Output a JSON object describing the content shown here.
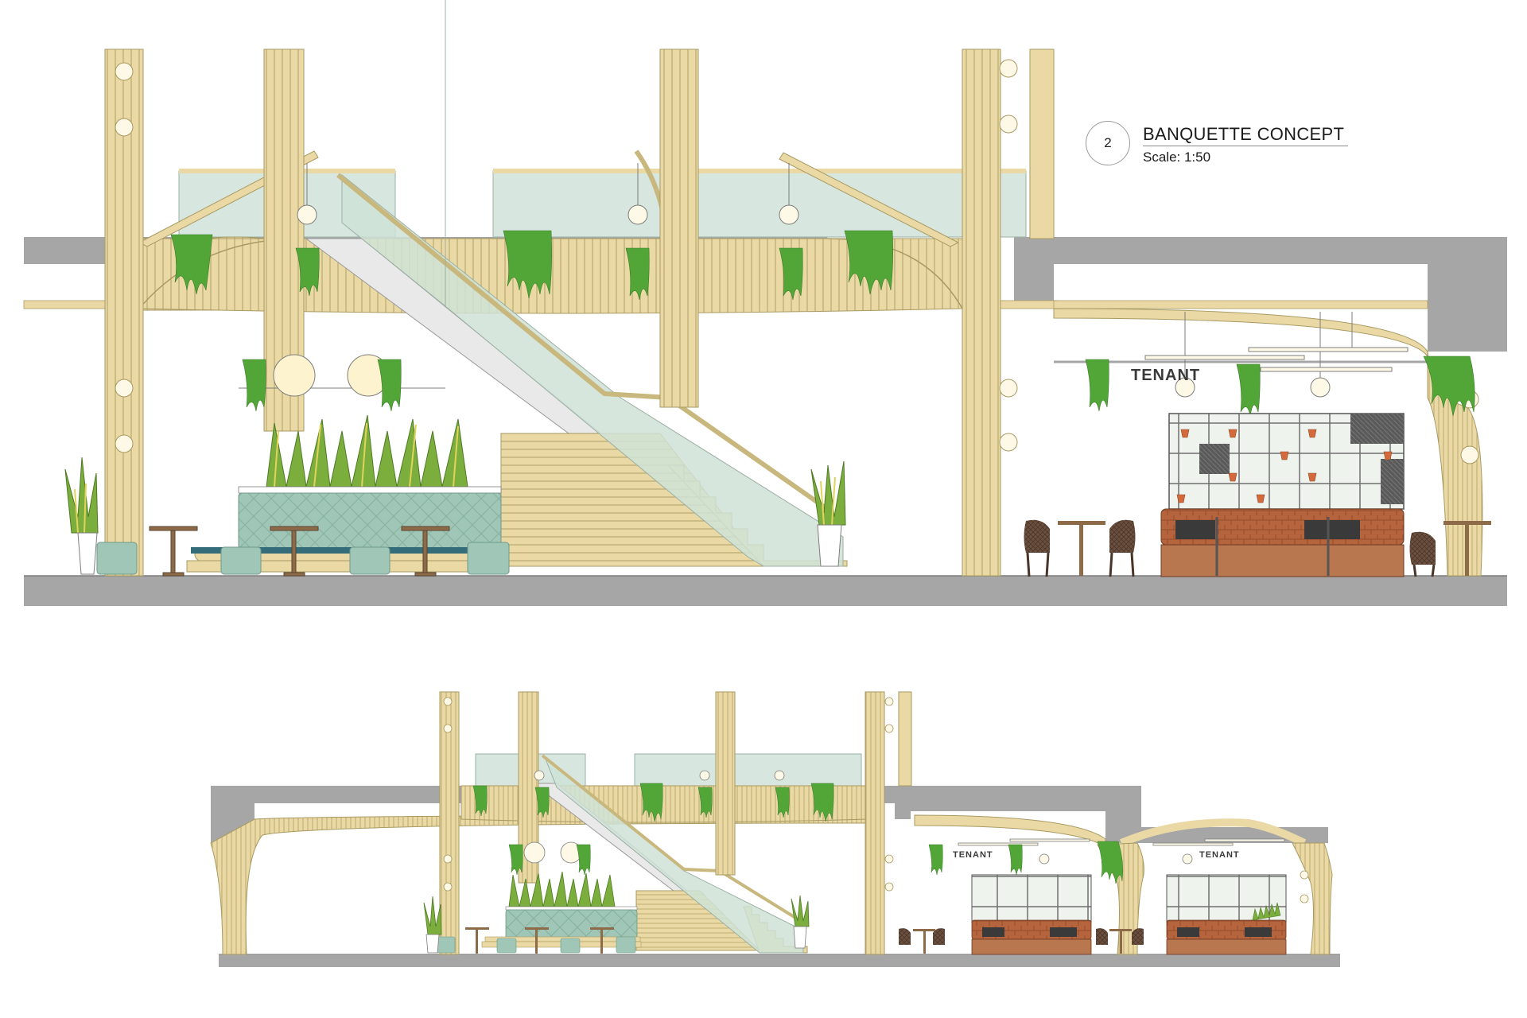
{
  "drawing": {
    "number": "2",
    "title": "BANQUETTE CONCEPT",
    "scale": "Scale: 1:50"
  },
  "signage": {
    "upper_tenant": "TENANT",
    "lower_tenant_1": "TENANT",
    "lower_tenant_2": "TENANT"
  },
  "colors": {
    "timber": "#ead9a4",
    "timber_stroke": "#a89a62",
    "slab": "#a6a6a6",
    "glass": "#d7e7df",
    "banquette": "#9fc6b6",
    "foliage": "#52a638",
    "brick_banquette": "#b5643d",
    "pot": "#d46a3b"
  }
}
